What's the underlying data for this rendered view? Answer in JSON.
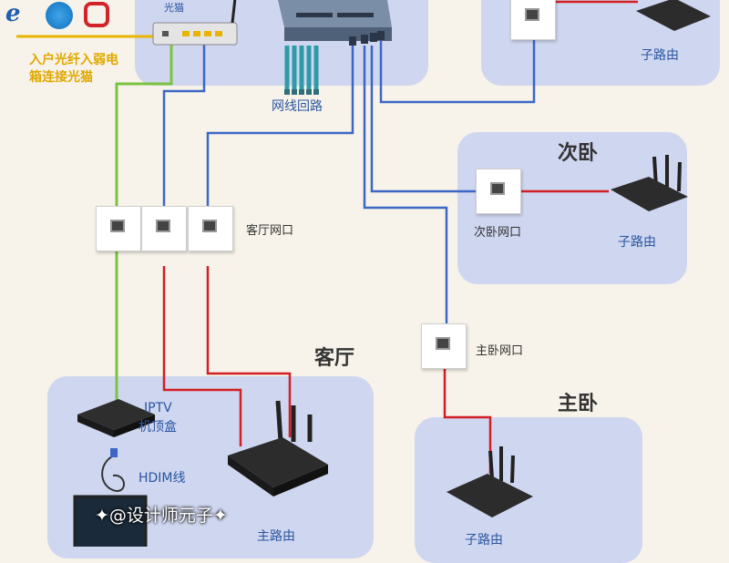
{
  "rooms": {
    "top_right": {
      "router_label": "子路由"
    },
    "second_bedroom": {
      "title": "次卧",
      "socket_label": "次卧网口",
      "router_label": "子路由"
    },
    "living_room": {
      "title": "客厅",
      "socket_label": "客厅网口",
      "router_label": "主路由",
      "stb_label_line1": "IPTV",
      "stb_label_line2": "机顶盒",
      "cable_label": "HDIM线"
    },
    "master_bedroom": {
      "title": "主卧",
      "socket_label": "主卧网口",
      "router_label": "子路由"
    }
  },
  "cabinet": {
    "patch_label": "网线回路",
    "fiber_note_line1": "入户光纤入弱电",
    "fiber_note_line2": "箱连接光猫",
    "modem_text": "光猫"
  },
  "watermark": "✦@设计师元子✦",
  "colors": {
    "panel": "#cfd6ef",
    "cable_blue": "#3c67c4",
    "cable_red": "#d21f24",
    "cable_green": "#7cc242",
    "fiber_yellow": "#e8b400"
  }
}
